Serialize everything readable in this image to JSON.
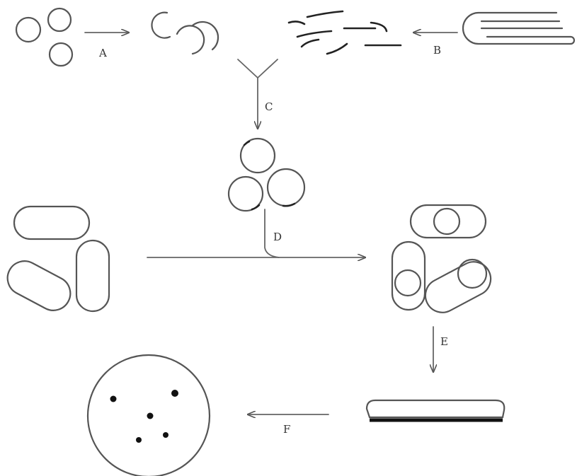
{
  "labels": {
    "a": "A",
    "b": "B",
    "c": "C",
    "d": "D",
    "e": "E",
    "f": "F"
  },
  "colors": {
    "line": "#555555",
    "dark": "#222222",
    "background": "#ffffff"
  }
}
